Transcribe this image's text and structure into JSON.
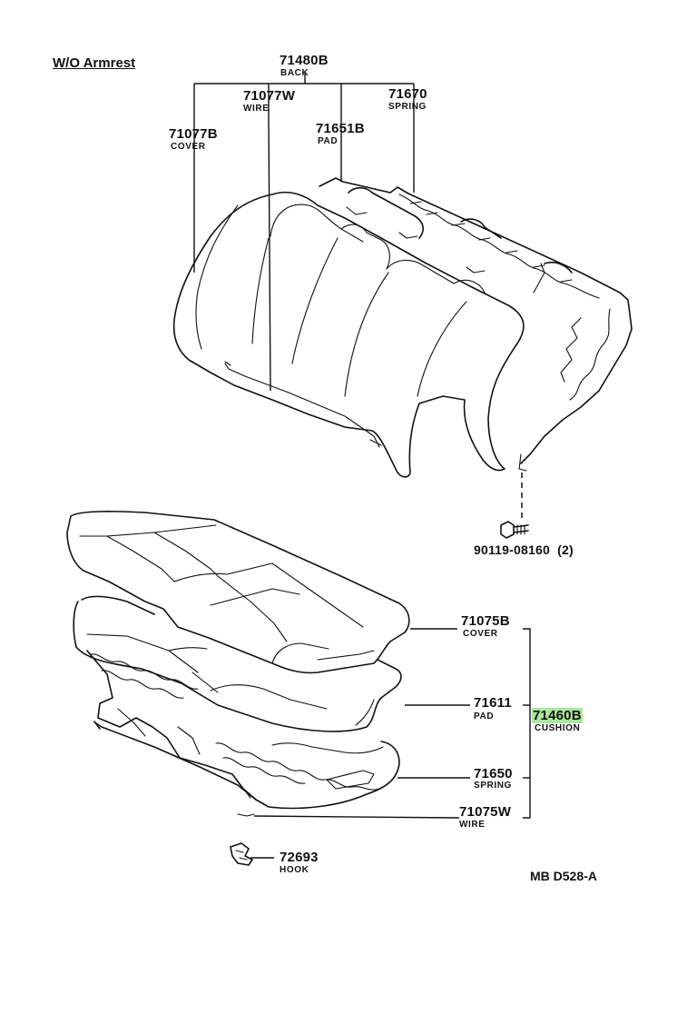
{
  "heading": "W/O Armrest",
  "diagram_code": "MB D528-A",
  "back_assembly": {
    "back": {
      "number": "71480B",
      "name": "BACK"
    },
    "wire": {
      "number": "71077W",
      "name": "WIRE"
    },
    "spring": {
      "number": "71670",
      "name": "SPRING"
    },
    "cover": {
      "number": "71077B",
      "name": "COVER"
    },
    "pad": {
      "number": "71651B",
      "name": "PAD"
    },
    "bolt": {
      "number": "90119-08160",
      "qty": "(2)"
    }
  },
  "cushion_assembly": {
    "cover": {
      "number": "71075B",
      "name": "COVER"
    },
    "pad": {
      "number": "71611",
      "name": "PAD"
    },
    "cushion": {
      "number": "71460B",
      "name": "CUSHION",
      "highlight": "#a8e89a"
    },
    "spring": {
      "number": "71650",
      "name": "SPRING"
    },
    "wire": {
      "number": "71075W",
      "name": "WIRE"
    },
    "hook": {
      "number": "72693",
      "name": "HOOK"
    }
  }
}
